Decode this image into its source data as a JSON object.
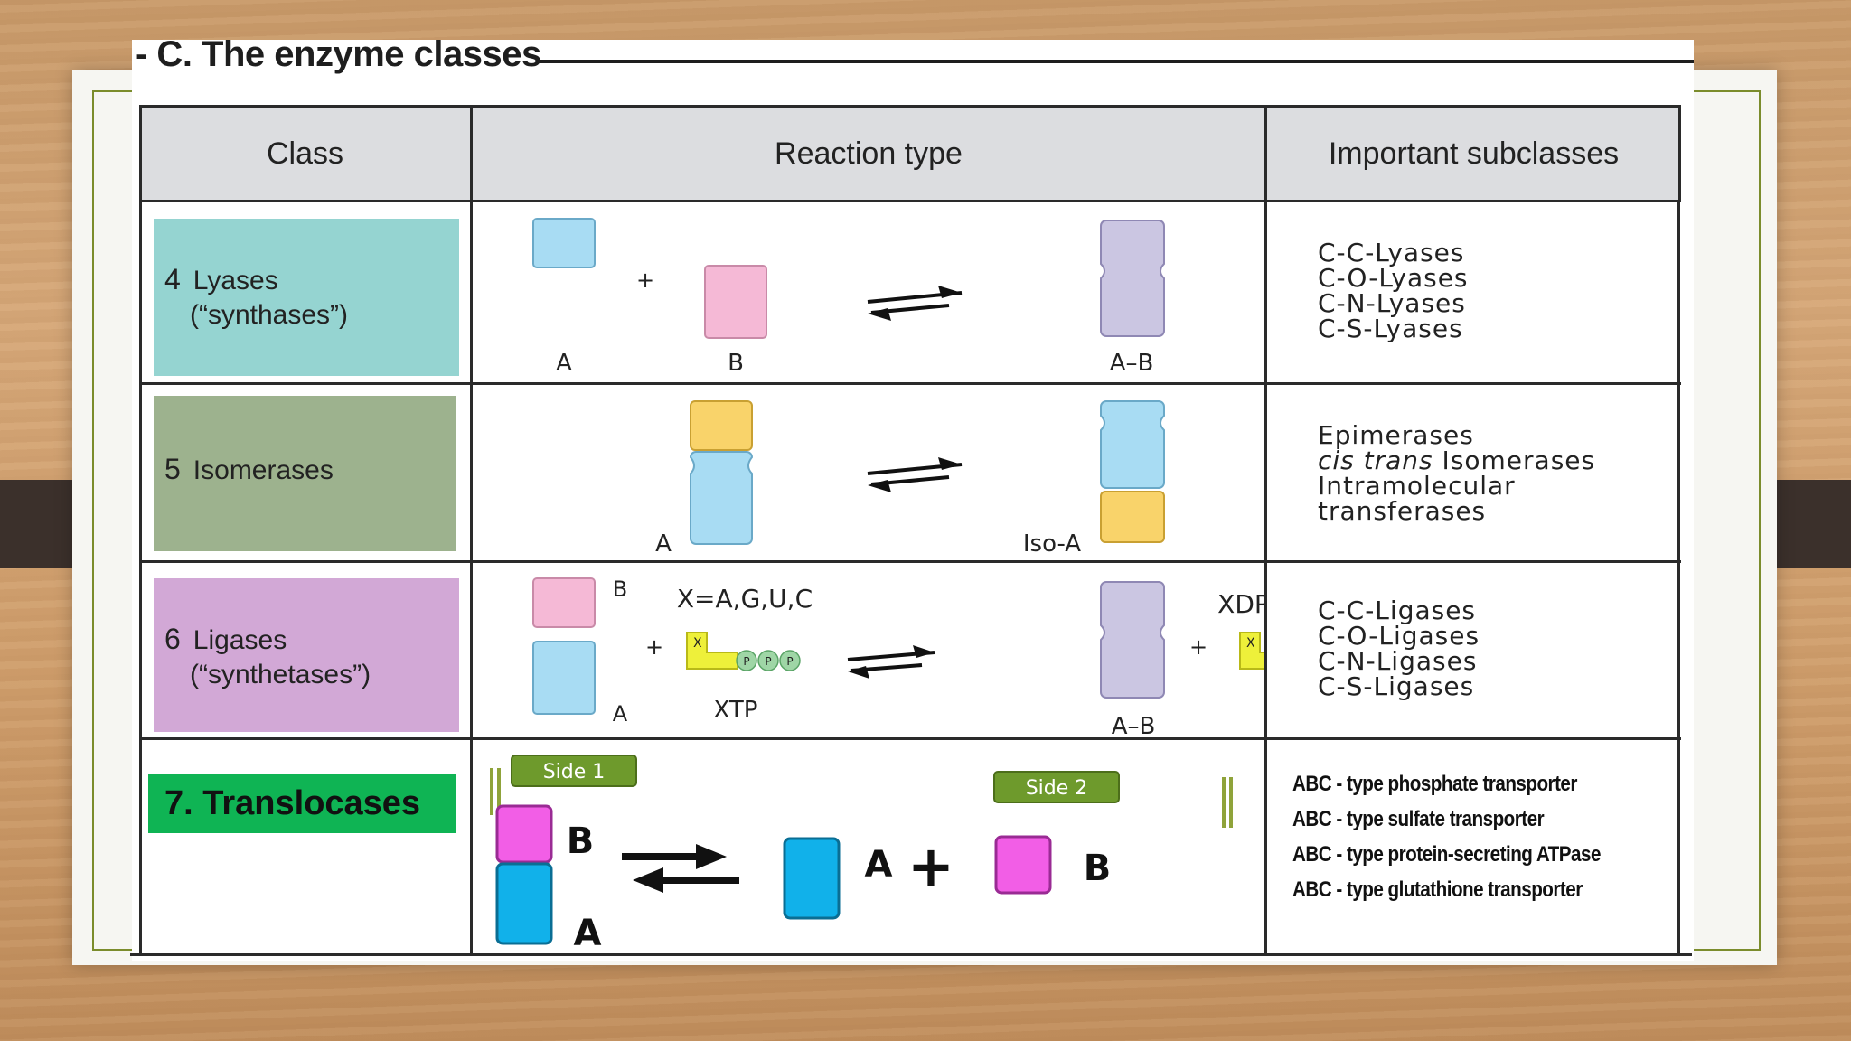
{
  "slide": {
    "title": "- C. The enzyme classes"
  },
  "table": {
    "headers": [
      "Class",
      "Reaction type",
      "Important subclasses"
    ],
    "rows": [
      {
        "number": "4",
        "name": "Lyases",
        "alt": "(“synthases”)",
        "color": "#95d4d1",
        "labels": {
          "a": "A",
          "b": "B",
          "ab": "A–B",
          "plus": "+"
        },
        "subclasses": [
          "C-C-Lyases",
          "C-O-Lyases",
          "C-N-Lyases",
          "C-S-Lyases"
        ]
      },
      {
        "number": "5",
        "name": "Isomerases",
        "alt": "",
        "color": "#9db28e",
        "labels": {
          "a": "A",
          "iso": "Iso-A"
        },
        "subclasses_plain_1": "Epimerases",
        "subclasses_italic": "cis trans",
        "subclasses_plain_2": " Isomerases",
        "subclasses_line3": "Intramolecular",
        "subclasses_line4": "transferases"
      },
      {
        "number": "6",
        "name": "Ligases",
        "alt": "(“synthetases”)",
        "color": "#d2a8d6",
        "labels": {
          "b": "B",
          "a": "A",
          "x": "X=A,G,U,C",
          "xtp": "XTP",
          "ab": "A–B",
          "xdp": "XDP",
          "plus": "+",
          "x_tag": "X",
          "p": "P"
        },
        "subclasses": [
          "C-C-Ligases",
          "C-O-Ligases",
          "C-N-Ligases",
          "C-S-Ligases"
        ]
      },
      {
        "number": "",
        "name": "7. Translocases",
        "color": "#0fb454",
        "labels": {
          "side1": "Side 1",
          "side2": "Side 2",
          "b": "B",
          "a": "A",
          "plus": "+"
        },
        "subclasses": [
          "ABC - type phosphate transporter",
          "ABC - type sulfate transporter",
          "ABC - type protein-secreting ATPase",
          "ABC - type glutathione transporter"
        ]
      }
    ]
  },
  "colors": {
    "light_blue": "#a8dcf3",
    "pink": "#f5b9d6",
    "lavender": "#cbc6e2",
    "yellow": "#f9d36a",
    "lime": "#eef03a",
    "green_p": "#9fd6a6",
    "magenta": "#f25ee6",
    "cyan": "#11b1ea",
    "side_tag": "#6e9a2c"
  }
}
